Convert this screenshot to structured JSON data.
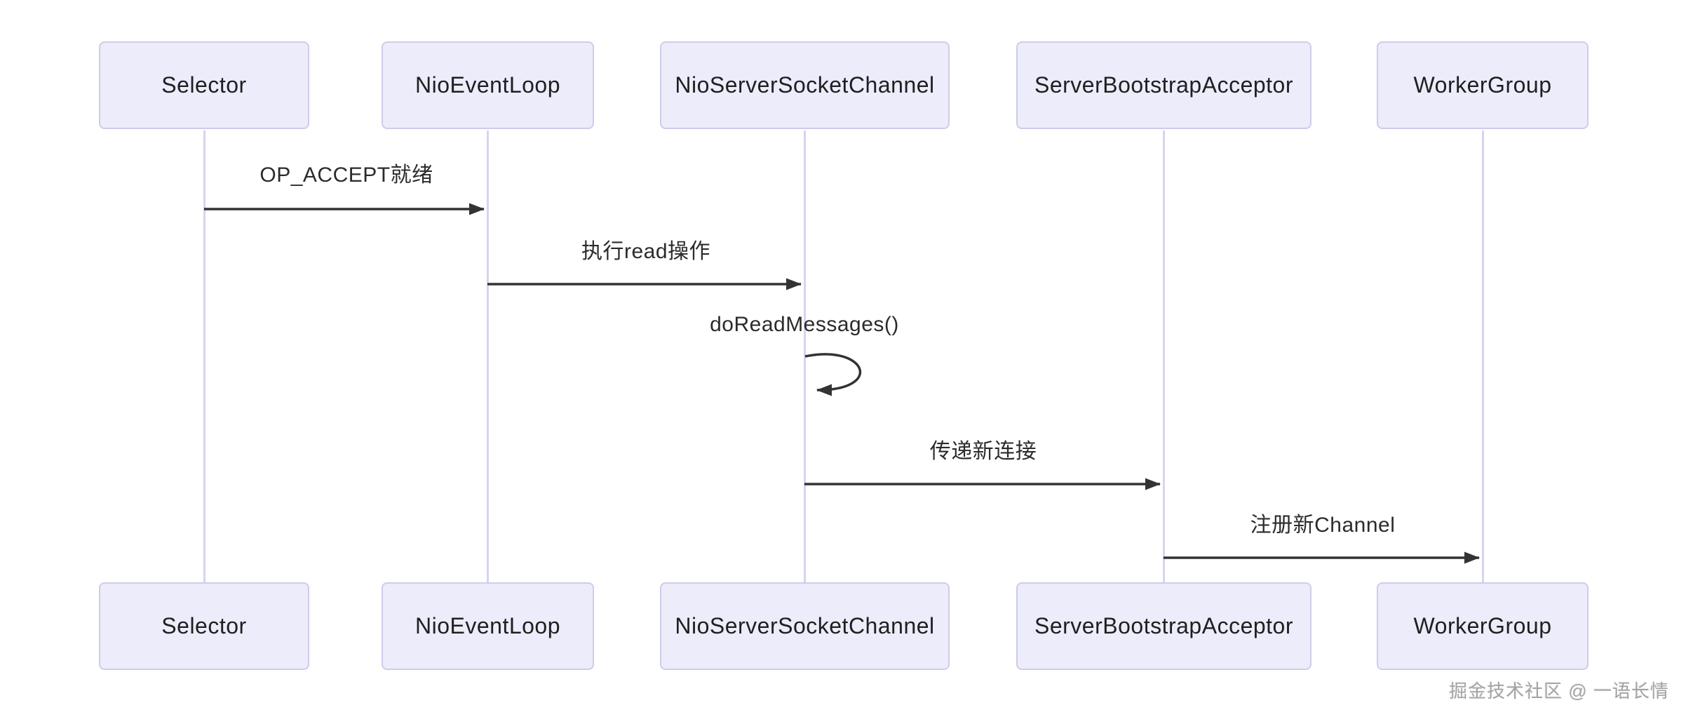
{
  "diagram": {
    "kind": "sequence-diagram",
    "participants": [
      {
        "name": "Selector"
      },
      {
        "name": "NioEventLoop"
      },
      {
        "name": "NioServerSocketChannel"
      },
      {
        "name": "ServerBootstrapAcceptor"
      },
      {
        "name": "WorkerGroup"
      }
    ],
    "messages": [
      {
        "from": "Selector",
        "to": "NioEventLoop",
        "label": "OP_ACCEPT就绪",
        "type": "solid-arrow"
      },
      {
        "from": "NioEventLoop",
        "to": "NioServerSocketChannel",
        "label": "执行read操作",
        "type": "solid-arrow"
      },
      {
        "from": "NioServerSocketChannel",
        "to": "NioServerSocketChannel",
        "label": "doReadMessages()",
        "type": "self-loop"
      },
      {
        "from": "NioServerSocketChannel",
        "to": "ServerBootstrapAcceptor",
        "label": "传递新连接",
        "type": "solid-arrow"
      },
      {
        "from": "ServerBootstrapAcceptor",
        "to": "WorkerGroup",
        "label": "注册新Channel",
        "type": "solid-arrow"
      }
    ],
    "watermark": "掘金技术社区 @ 一语长情",
    "colors": {
      "actor_fill": "#ECECFB",
      "actor_border": "#CFCCE9",
      "lifeline": "#D7D3F0",
      "arrow": "#333333",
      "text": "#1f1f1f",
      "watermark": "#A3A3A3",
      "background": "#FFFFFF"
    }
  }
}
